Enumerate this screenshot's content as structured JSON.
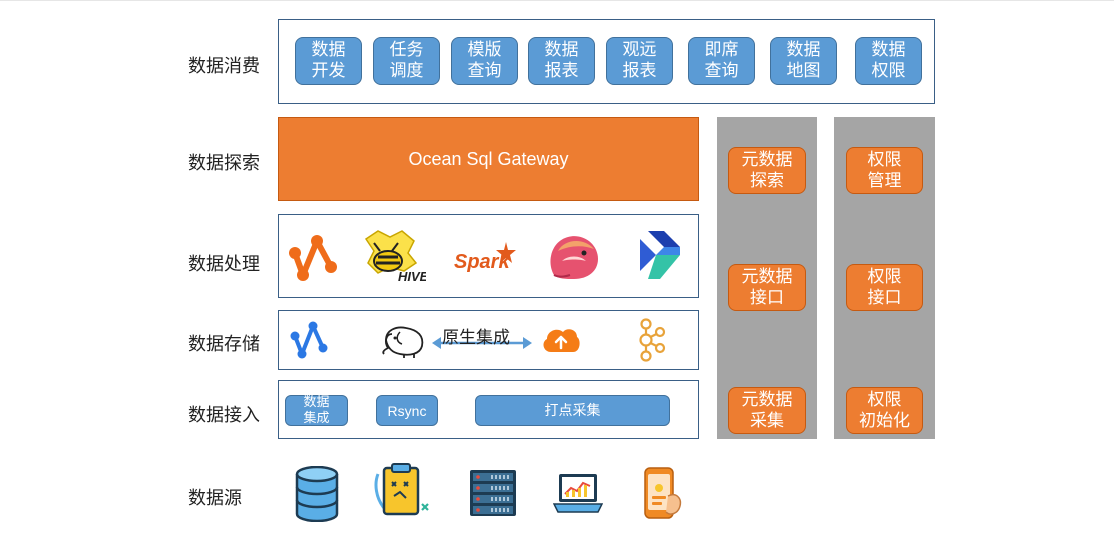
{
  "layers": {
    "consume": "数据消费",
    "explore": "数据探索",
    "process": "数据处理",
    "storage": "数据存储",
    "ingest": "数据接入",
    "source": "数据源"
  },
  "consume_buttons": [
    [
      "数据",
      "开发"
    ],
    [
      "任务",
      "调度"
    ],
    [
      "模版",
      "查询"
    ],
    [
      "数据",
      "报表"
    ],
    [
      "观远",
      "报表"
    ],
    [
      "即席",
      "查询"
    ],
    [
      "数据",
      "地图"
    ],
    [
      "数据",
      "权限"
    ]
  ],
  "gateway": {
    "label": "Ocean Sql Gateway"
  },
  "storage": {
    "native_label": "原生集成"
  },
  "ingest": {
    "integration": [
      "数据",
      "集成"
    ],
    "rsync": "Rsync",
    "tracking": "打点采集"
  },
  "metadata_column": [
    [
      "元数据",
      "探索"
    ],
    [
      "元数据",
      "接口"
    ],
    [
      "元数据",
      "采集"
    ]
  ],
  "permission_column": [
    [
      "权限",
      "管理"
    ],
    [
      "权限",
      "接口"
    ],
    [
      "权限",
      "初始化"
    ]
  ],
  "icons": {
    "process": [
      "nodes-logo-icon",
      "hive-bee-icon",
      "spark-logo-icon",
      "flink-squirrel-icon",
      "kylin-logo-icon"
    ],
    "storage": [
      "nodes-logo-icon",
      "hadoop-elephant-icon",
      "cloud-upload-icon",
      "kafka-logo-icon"
    ],
    "source": [
      "database-icon",
      "clipboard-tasks-icon",
      "server-rack-icon",
      "laptop-chart-icon",
      "mobile-phone-icon"
    ]
  },
  "colors": {
    "blue": "#5b9bd5",
    "orange": "#ed7d31",
    "gray": "#a5a5a5",
    "frame": "#3a5f86"
  }
}
